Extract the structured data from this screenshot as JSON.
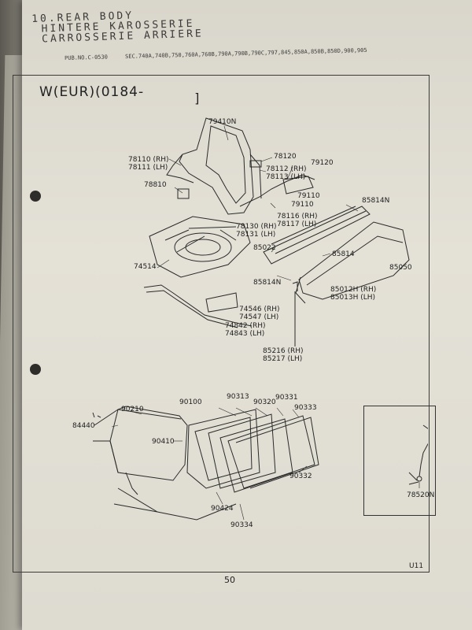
{
  "header": {
    "section": "10.REAR BODY",
    "title_de": "HINTERE KAROSSERIE",
    "title_fr": "CARROSSERIE ARRIERE"
  },
  "publication": {
    "pub_no": "PUB.NO.C-0530",
    "sec": "SEC.740A,740B,750,760A,760B,790A,790B,790C,797,845,850A,850B,850D,900,905"
  },
  "frame_title": "W(EUR)(0184-",
  "frame_title_close": "]",
  "parts": {
    "p79410N": "79410N",
    "p78120": "78120",
    "p78110": "78110 (RH)",
    "p78111": "78111 (LH)",
    "p78112": "78112 (RH)",
    "p78113": "78113 (LH)",
    "p79120": "79120",
    "p78810": "78810",
    "p79110a": "79110",
    "p79110b": "79110",
    "p85814N_top": "85814N",
    "p78116": "78116 (RH)",
    "p78117": "78117 (LH)",
    "p78130": "78130 (RH)",
    "p78131": "78131 (LH)",
    "p85022": "85022",
    "p85814": "85814",
    "p74514": "74514",
    "p85050": "85050",
    "p85814N_bot": "85814N",
    "p85012H": "85012H (RH)",
    "p85013H": "85013H (LH)",
    "p74546": "74546 (RH)",
    "p74547": "74547 (LH)",
    "p74842": "74842 (RH)",
    "p74843": "74843 (LH)",
    "p85216": "85216 (RH)",
    "p85217": "85217 (LH)",
    "p90100": "90100",
    "p90313": "90313",
    "p90320": "90320",
    "p90331": "90331",
    "p90210": "90210",
    "p90333": "90333",
    "p84440": "84440",
    "p90410": "90410",
    "p90332": "90332",
    "p90424": "90424",
    "p90334": "90334",
    "p78520N": "78520N"
  },
  "footer": {
    "page_number": "50",
    "code": "U11"
  }
}
